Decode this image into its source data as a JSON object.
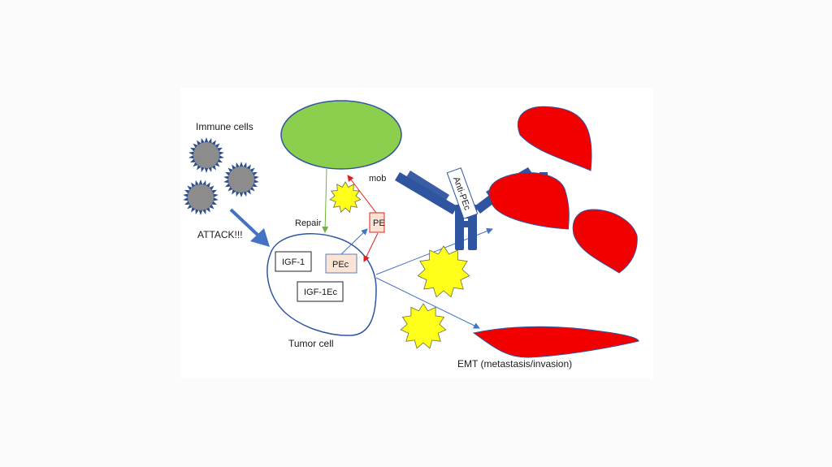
{
  "diagram": {
    "labels": {
      "immune_cells": "Immune cells",
      "attack": "ATTACK!!!",
      "repair": "Repair",
      "mob": "mob",
      "tumor_cell": "Tumor cell",
      "emt": "EMT (metastasis/invasion)"
    },
    "boxes": {
      "igf1": "IGF-1",
      "igf1ec": "IGF-1Ec",
      "pec": "PEc",
      "pe": "PE"
    },
    "antibody_label": "Anti-PEc",
    "colors": {
      "immune_cell": "#8c8c8c",
      "immune_spikes": "#2f4f8c",
      "green_cell": "#8ccf4f",
      "red_cells": "#f20000",
      "yellow_stars": "#ffff1a",
      "antibody": "#2f55a0",
      "arrows": "#4472c4",
      "red_arrows": "#e02020",
      "green_arrow": "#6fb33a",
      "pec_box_fill": "#fbe3d6"
    }
  }
}
